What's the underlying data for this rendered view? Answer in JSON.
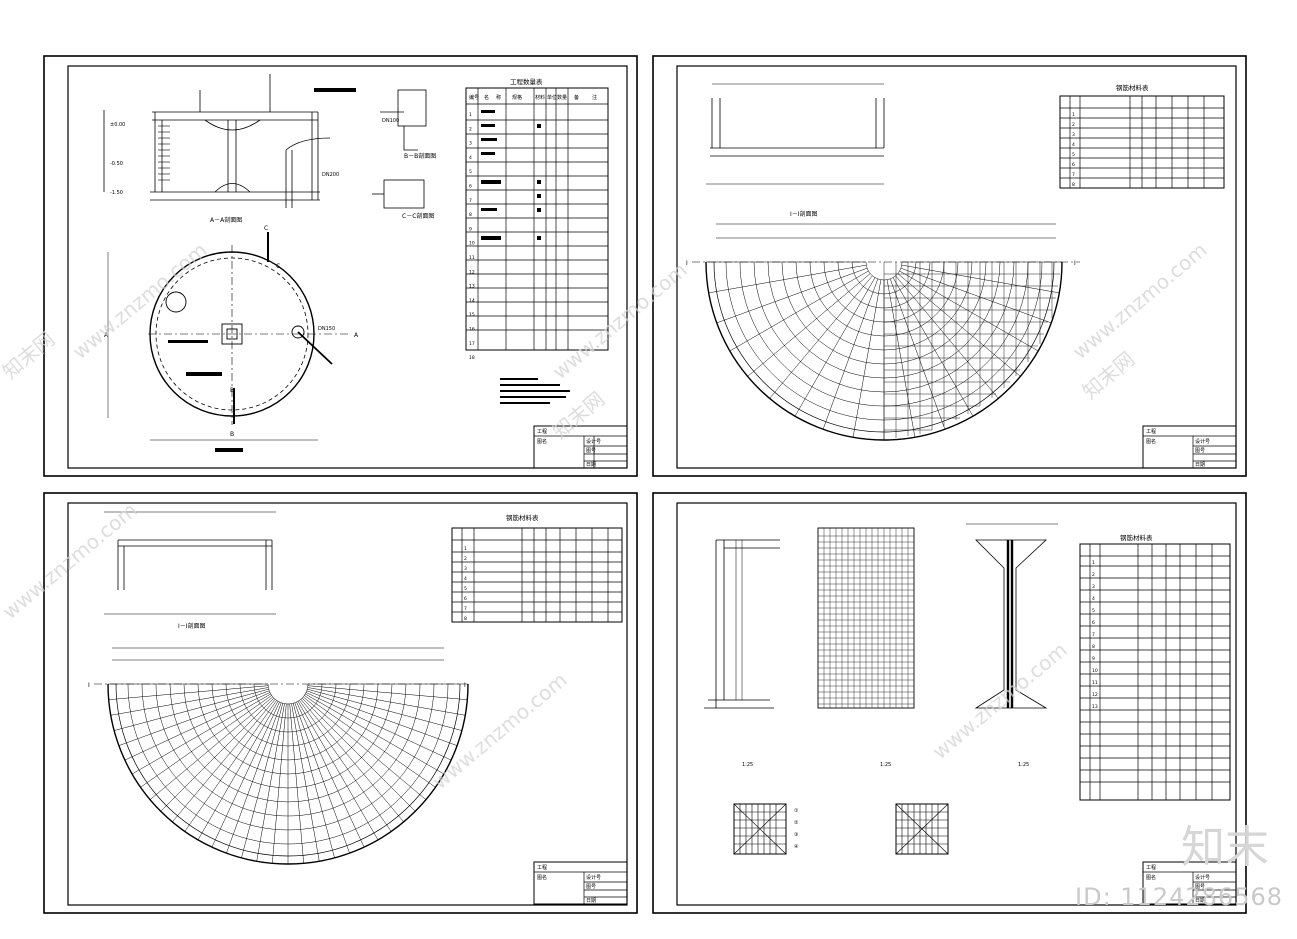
{
  "watermark": {
    "site_url": "www.znzmo.com",
    "site_name": "知末网",
    "logo_text": "知末",
    "id_label": "ID: 1124286568"
  },
  "sheets": [
    {
      "key": "sheet-1",
      "sections": [
        "A－A剖面图",
        "B－B剖面图",
        "C－C剖面图"
      ],
      "table_title": "工程数量表",
      "table_headers": [
        "编号",
        "名",
        "称",
        "规格",
        "材料",
        "单位",
        "数量",
        "备",
        "注"
      ],
      "levels": [
        "±0.00",
        "-0.50",
        "-1.50"
      ],
      "labels": [
        "DN150",
        "DN200",
        "DN100",
        "A",
        "A",
        "B",
        "B",
        "C",
        "C"
      ],
      "table_numbers": [
        "1",
        "2",
        "3",
        "4",
        "5",
        "6",
        "7",
        "8",
        "9",
        "10",
        "11",
        "12",
        "13",
        "14",
        "15",
        "16",
        "17",
        "18"
      ],
      "title_block": [
        "工程",
        "图名",
        "设计号",
        "图号",
        "日期"
      ]
    },
    {
      "key": "sheet-2",
      "sections": [
        "I－I剖面图"
      ],
      "table_title": "钢筋材料表",
      "labels": [
        "I",
        "I"
      ],
      "table_numbers": [
        "1",
        "2",
        "3",
        "4",
        "5",
        "6",
        "7",
        "8"
      ],
      "title_block": [
        "工程",
        "图名",
        "设计号",
        "图号",
        "日期"
      ]
    },
    {
      "key": "sheet-3",
      "sections": [
        "I－I剖面图"
      ],
      "table_title": "钢筋材料表",
      "labels": [
        "I",
        "I"
      ],
      "table_numbers": [
        "1",
        "2",
        "3",
        "4",
        "5",
        "6",
        "7",
        "8"
      ],
      "title_block": [
        "工程",
        "图名",
        "设计号",
        "图号",
        "日期"
      ]
    },
    {
      "key": "sheet-4",
      "sections": [
        "1:25",
        "1:25",
        "1:25"
      ],
      "table_title": "钢筋材料表",
      "labels": [
        "①",
        "②",
        "③",
        "④"
      ],
      "table_numbers": [
        "1",
        "2",
        "3",
        "4",
        "5",
        "6",
        "7",
        "8",
        "9",
        "10",
        "11",
        "12",
        "13"
      ],
      "title_block": [
        "工程",
        "图名",
        "设计号",
        "图号",
        "日期"
      ]
    }
  ],
  "colors": {
    "line": "#000000",
    "paper": "#ffffff",
    "watermark": "#d0d0d0"
  }
}
